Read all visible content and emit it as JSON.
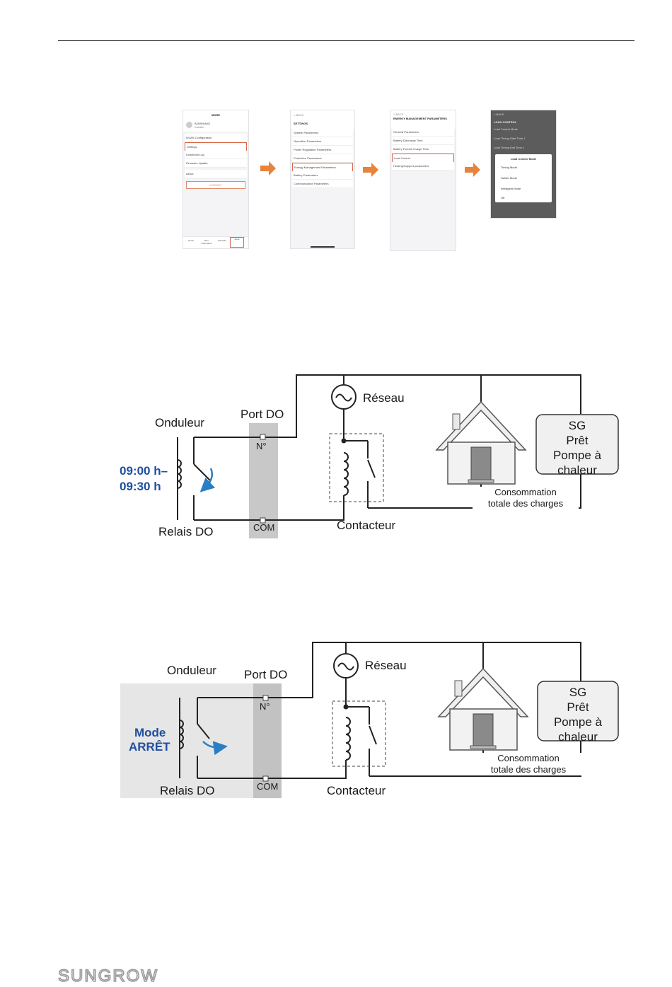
{
  "app": {
    "phone1": {
      "title": "MORE",
      "user_name": "ADMIN/AAD",
      "user_sub": "Installer",
      "items": [
        "WLAN Configuration",
        "Settings",
        "Download Log",
        "Firmware Update",
        "About"
      ],
      "highlighted_index": 1,
      "logout": "LOGOUT",
      "tabs": [
        "Home",
        "Run Information",
        "Records",
        "More"
      ]
    },
    "phone2": {
      "back": "< BACK",
      "title": "SETTINGS",
      "items": [
        "System Parameters",
        "Operation Parameters",
        "Power Regulation Parameters",
        "Protection Parameters",
        "Energy Management Parameters",
        "Battery Parameters",
        "Communication Parameters"
      ],
      "highlighted_index": 4
    },
    "phone3": {
      "back": "< BACK",
      "title": "ENERGY MANAGEMENT PARAMETERS",
      "items": [
        "General Parameters",
        "Battery Discharge Time",
        "Battery Forced Charge Time",
        "Load Control",
        "Heating/Support parameters"
      ],
      "highlighted_index": 3
    },
    "phone4": {
      "back": "< BACK",
      "title": "LOAD CONTROL",
      "bg_items": [
        "Load Control Mode",
        "Load Timing Start Time 1",
        "Load Timing End Time 1"
      ],
      "modal_title": "Load Control Mode",
      "options": [
        "Timing Mode",
        "Switch Mode",
        "Intelligent Mode",
        "Off"
      ]
    }
  },
  "diagram1": {
    "inverter": "Onduleur",
    "port": "Port DO",
    "no": "N°",
    "com": "COM",
    "relay": "Relais DO",
    "time_start": "09:00 h–",
    "time_end": "09:30 h",
    "grid": "Réseau",
    "contactor": "Contacteur",
    "sg_lines": [
      "SG",
      "Prêt",
      "Pompe à",
      "chaleur"
    ],
    "consumption_lines": [
      "Consommation",
      "totale des charges"
    ]
  },
  "diagram2": {
    "inverter": "Onduleur",
    "port": "Port DO",
    "no": "N°",
    "com": "COM",
    "relay": "Relais DO",
    "mode_line1": "Mode",
    "mode_line2": "ARRÊT",
    "grid": "Réseau",
    "contactor": "Contacteur",
    "sg_lines": [
      "SG",
      "Prêt",
      "Pompe à",
      "chaleur"
    ],
    "consumption_lines": [
      "Consommation",
      "totale des charges"
    ]
  },
  "footer": {
    "brand": "SUNGROW"
  },
  "colors": {
    "accent_arrow": "#e8833a",
    "blue_text": "#1f4fa0",
    "relay_arrow": "#2a7fc4",
    "port_gray": "#c8c8c8"
  }
}
